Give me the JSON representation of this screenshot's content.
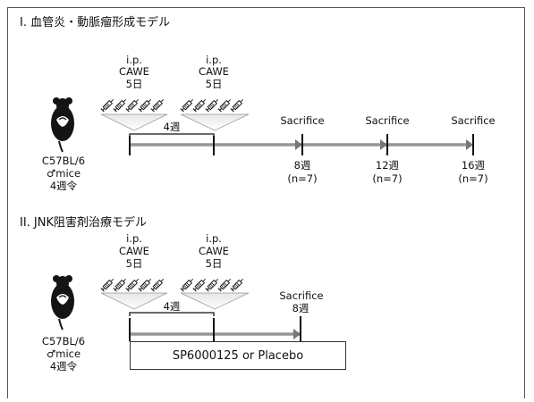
{
  "panel1": {
    "title": "I. 血管炎・動脈瘤形成モデル",
    "inj1": {
      "route": "i.p.",
      "agent": "CAWE",
      "days": "5日"
    },
    "inj2": {
      "route": "i.p.",
      "agent": "CAWE",
      "days": "5日"
    },
    "interval": "4週",
    "mouse": {
      "strain": "C57BL/6",
      "sex": "♂mice",
      "age": "4週令"
    },
    "sacrifices": [
      {
        "label": "Sacrifice",
        "week": "8週",
        "n": "(n=7)"
      },
      {
        "label": "Sacrifice",
        "week": "12週",
        "n": "(n=7)"
      },
      {
        "label": "Sacrifice",
        "week": "16週",
        "n": "(n=7)"
      }
    ]
  },
  "panel2": {
    "title": "II. JNK阻害剤治療モデル",
    "inj1": {
      "route": "i.p.",
      "agent": "CAWE",
      "days": "5日"
    },
    "inj2": {
      "route": "i.p.",
      "agent": "CAWE",
      "days": "5日"
    },
    "interval": "4週",
    "mouse": {
      "strain": "C57BL/6",
      "sex": "♂mice",
      "age": "4週令"
    },
    "sacrifice": {
      "label": "Sacrifice",
      "week": "8週"
    },
    "treatment": "SP6000125 or Placebo"
  },
  "icons": [
    "mouse-icon",
    "syringe-icon"
  ]
}
